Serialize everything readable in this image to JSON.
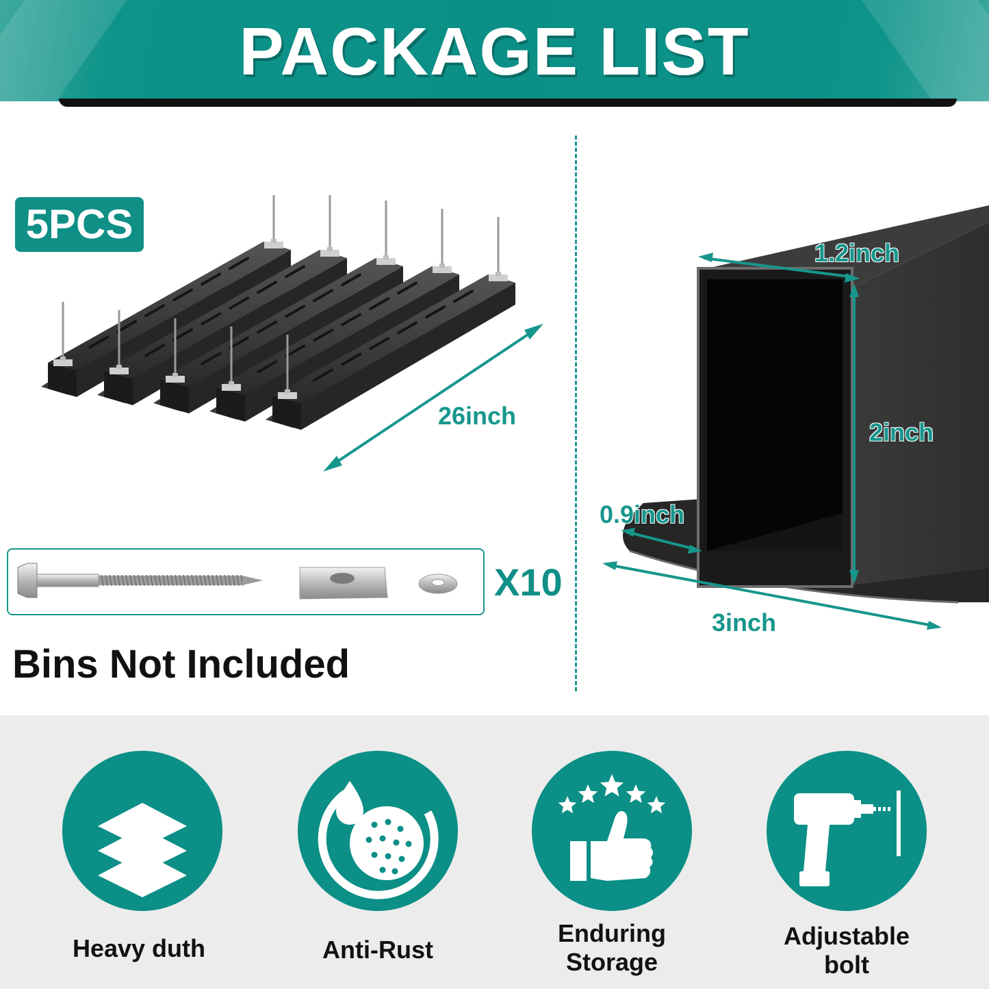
{
  "header": {
    "title": "PACKAGE LIST"
  },
  "package": {
    "quantity_badge": "5PCS",
    "length_label": "26inch",
    "hardware_quantity": "X10",
    "note": "Bins Not Included"
  },
  "profile": {
    "width_label": "1.2inch",
    "height_label": "2inch",
    "flange_label": "0.9inch",
    "base_label": "3inch"
  },
  "features": [
    {
      "label": "Heavy duth",
      "icon": "layers-icon"
    },
    {
      "label": "Anti-Rust",
      "icon": "water-drop-shield-icon"
    },
    {
      "label": "Enduring\nStorage",
      "icon": "thumbs-up-stars-icon"
    },
    {
      "label": "Adjustable\nbolt",
      "icon": "drill-icon"
    }
  ],
  "colors": {
    "accent": "#0b8f86",
    "header_bg": "#0f948b",
    "dark": "#111111",
    "feature_bg": "#ececec"
  }
}
